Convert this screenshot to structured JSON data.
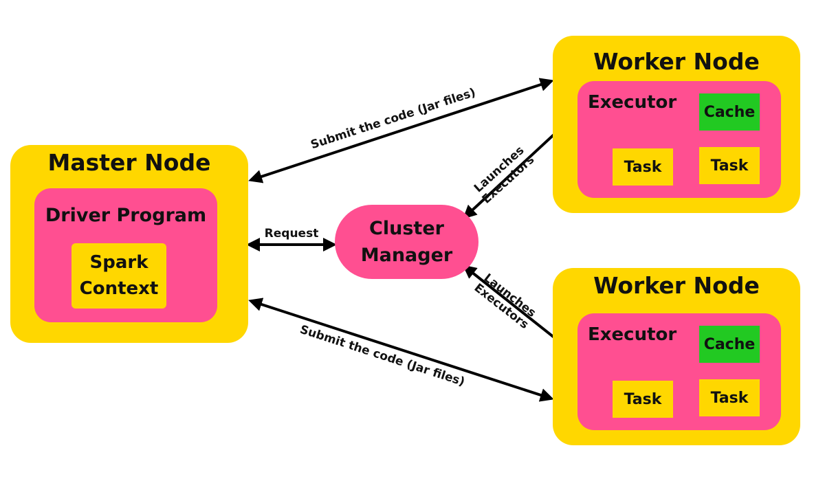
{
  "colors": {
    "node_fill": "#FFD700",
    "component_fill": "#FF4F91",
    "cache_fill": "#22C922",
    "arrow": "#000000"
  },
  "master": {
    "title": "Master Node",
    "driver": "Driver Program",
    "context_line1": "Spark",
    "context_line2": "Context"
  },
  "cluster_manager": {
    "line1": "Cluster",
    "line2": "Manager"
  },
  "workers": [
    {
      "title": "Worker Node",
      "executor": "Executor",
      "cache": "Cache",
      "task1": "Task",
      "task2": "Task"
    },
    {
      "title": "Worker Node",
      "executor": "Executor",
      "cache": "Cache",
      "task1": "Task",
      "task2": "Task"
    }
  ],
  "edges": {
    "submit_top": "Submit the code (Jar files)",
    "submit_bottom": "Submit the code (Jar files)",
    "request": "Request",
    "launch_top_line1": "Launches",
    "launch_top_line2": "Executors",
    "launch_bottom_line1": "Launches",
    "launch_bottom_line2": "Executors"
  }
}
